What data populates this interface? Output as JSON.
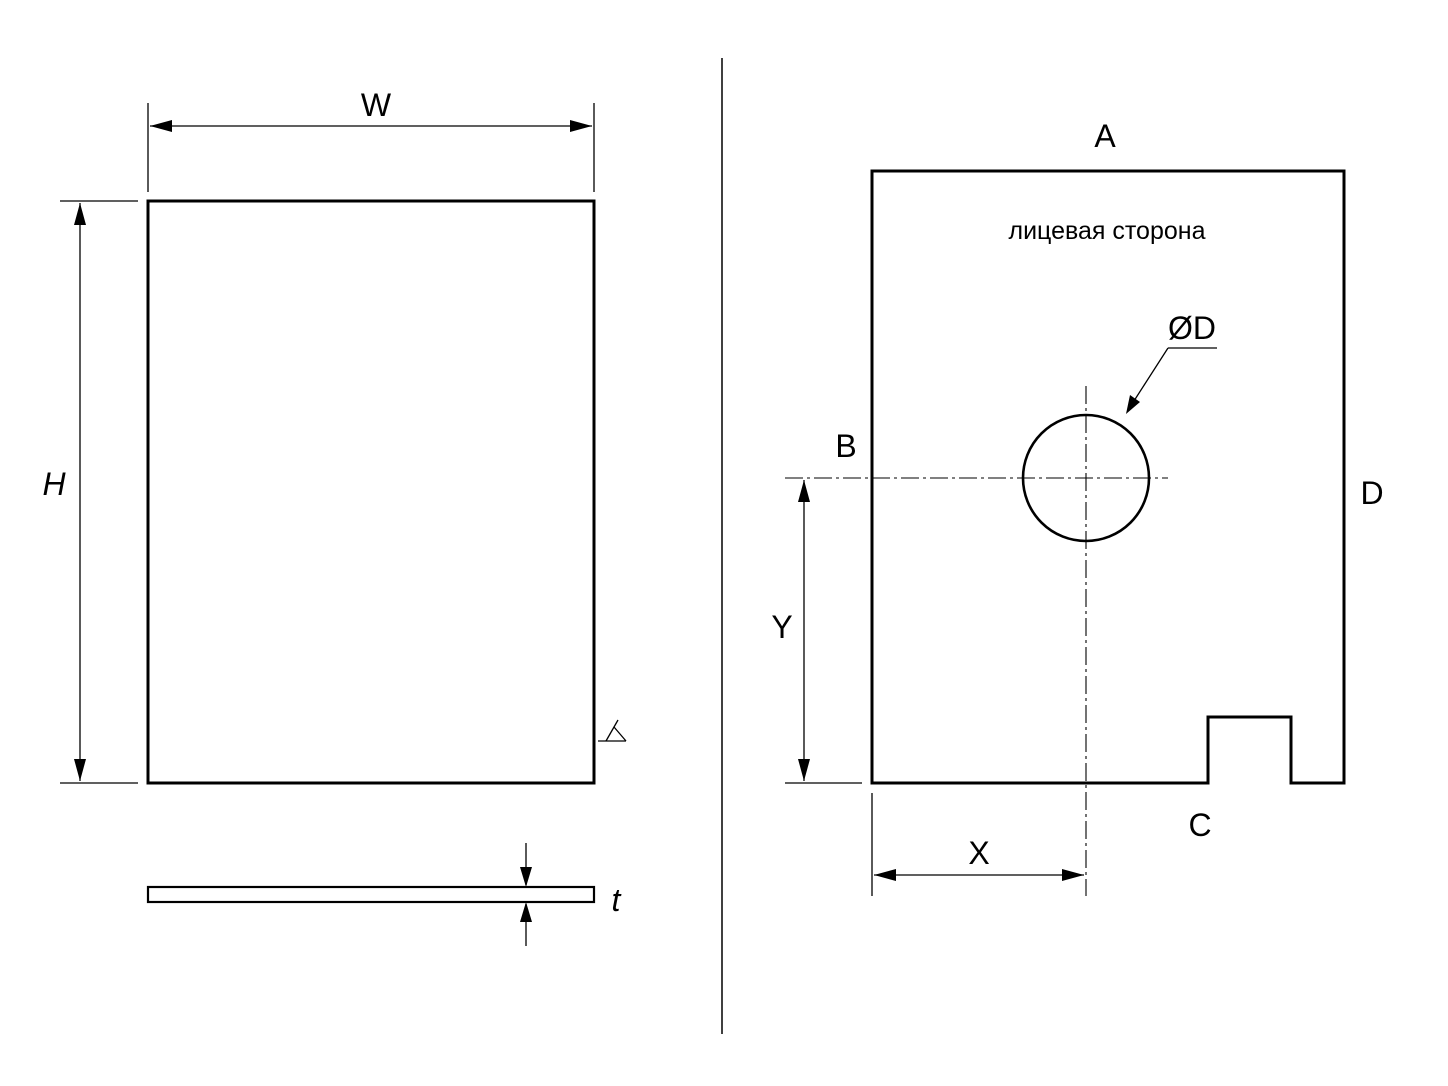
{
  "left_view": {
    "width_label": "W",
    "height_label": "H",
    "thickness_label": "t"
  },
  "right_view": {
    "side_a": "A",
    "side_b": "B",
    "side_c": "C",
    "side_d": "D",
    "face_note": "лицевая сторона",
    "diameter_label": "ØD",
    "x_label": "X",
    "y_label": "Y"
  }
}
